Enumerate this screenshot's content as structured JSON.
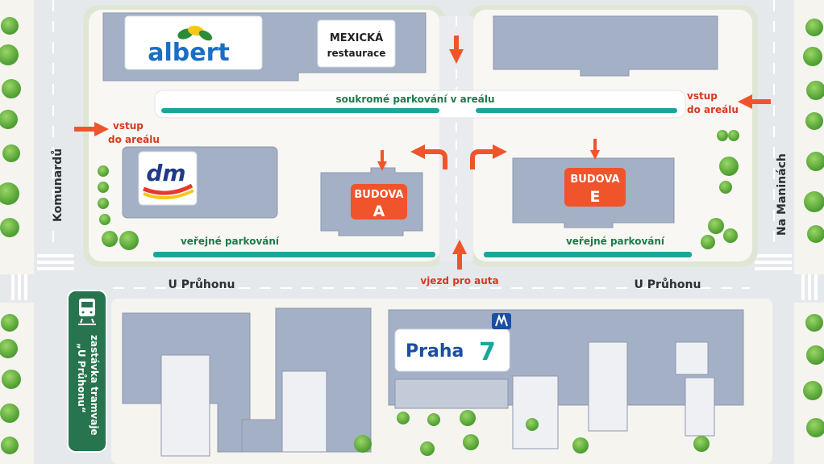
{
  "streets": {
    "west": "Komunardů",
    "east": "Na Maninách",
    "south_left": "U Průhonu",
    "south_right": "U Průhonu"
  },
  "shops": {
    "albert": "albert",
    "dm": "dm",
    "restaurant_line1": "MEXICKÁ",
    "restaurant_line2": "restaurace"
  },
  "buildings": {
    "a_line1": "BUDOVA",
    "a_line2": "A",
    "e_line1": "BUDOVA",
    "e_line2": "E"
  },
  "parking": {
    "private": "soukromé parkování v areálu",
    "public_left": "veřejné parkování",
    "public_right": "veřejné parkování"
  },
  "entrances": {
    "west_line1": "vstup",
    "west_line2": "do areálu",
    "east_line1": "vstup",
    "east_line2": "do areálu",
    "car_entry": "vjezd pro auta"
  },
  "tram": {
    "line1": "zastávka tramvaje",
    "line2": "„U Průhonu“"
  },
  "district": {
    "name": "Praha",
    "number": "7"
  },
  "colors": {
    "building": "#a4b0c6",
    "accent": "#f0542b",
    "parking": "#1aa69a",
    "tram": "#27744f",
    "tree": "#6dbb43"
  }
}
